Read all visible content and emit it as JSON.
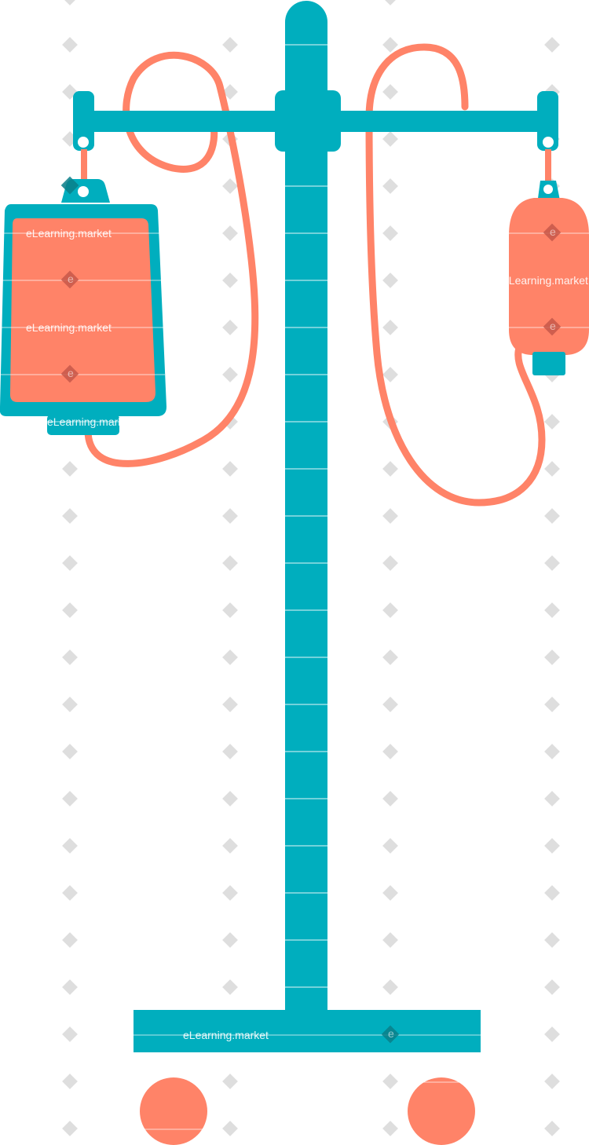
{
  "illustration": {
    "subject": "iv-drip-stand",
    "colors": {
      "stand": "#00AEBE",
      "fluid": "#FF8368",
      "background": "#FFFFFF",
      "hole": "#FFFFFF",
      "watermark_diamond": "#D9D9D9"
    }
  },
  "watermark": {
    "text": "eLearning.market",
    "logo_letter": "e"
  }
}
